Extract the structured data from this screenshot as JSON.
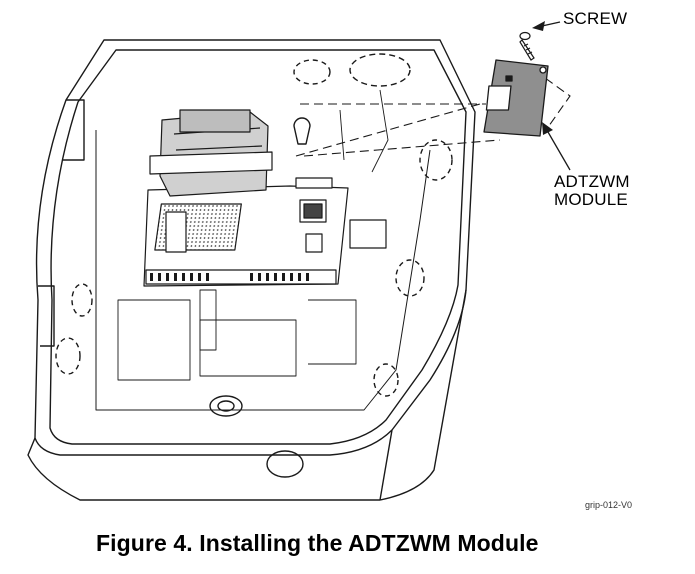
{
  "figure": {
    "caption": "Figure 4. Installing the ADTZWM Module",
    "drawing_code": "grip-012-V0"
  },
  "callouts": {
    "screw": "SCREW",
    "module_line1": "ADTZWM",
    "module_line2": "MODULE"
  },
  "colors": {
    "line": "#1a1a1a",
    "module_fill": "#8f8f8f",
    "board_fill": "#ffffff",
    "background": "#ffffff"
  }
}
